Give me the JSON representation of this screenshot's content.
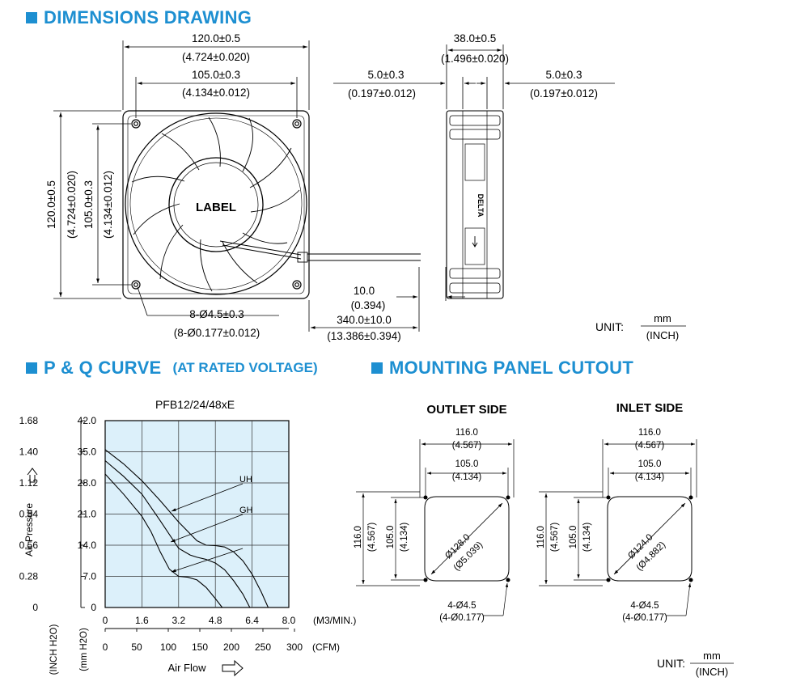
{
  "sections": {
    "dimensions": "DIMENSIONS DRAWING",
    "pq": "P & Q CURVE",
    "pq_sub": "(AT RATED VOLTAGE)",
    "mounting": "MOUNTING PANEL CUTOUT"
  },
  "dims": {
    "w_outer_mm": "120.0±0.5",
    "w_outer_in": "(4.724±0.020)",
    "w_hole_mm": "105.0±0.3",
    "w_hole_in": "(4.134±0.012)",
    "h_outer_mm": "120.0±0.5",
    "h_outer_in": "(4.724±0.020)",
    "h_hole_mm": "105.0±0.3",
    "h_hole_in": "(4.134±0.012)",
    "depth_mm": "38.0±0.5",
    "depth_in": "(1.496±0.020)",
    "flange_l_mm": "5.0±0.3",
    "flange_l_in": "(0.197±0.012)",
    "flange_r_mm": "5.0±0.3",
    "flange_r_in": "(0.197±0.012)",
    "label": "LABEL",
    "hole_mm": "8-Ø4.5±0.3",
    "hole_in": "(8-Ø0.177±0.012)",
    "strip_mm": "10.0",
    "strip_in": "(0.394)",
    "wire_mm": "340.0±10.0",
    "wire_in": "(13.386±0.394)",
    "brand": "DELTA",
    "unit_label": "UNIT:",
    "unit_mm": "mm",
    "unit_in": "(INCH)"
  },
  "mount": {
    "outlet": {
      "title": "OUTLET SIDE",
      "w_outer_mm": "116.0",
      "w_outer_in": "(4.567)",
      "w_inner_mm": "105.0",
      "w_inner_in": "(4.134)",
      "h_outer_mm": "116.0",
      "h_outer_in": "(4.567)",
      "h_inner_mm": "105.0",
      "h_inner_in": "(4.134)",
      "dia_mm": "Ø128.0",
      "dia_in": "(Ø5.039)",
      "holes_mm": "4-Ø4.5",
      "holes_in": "(4-Ø0.177)"
    },
    "inlet": {
      "title": "INLET SIDE",
      "w_outer_mm": "116.0",
      "w_outer_in": "(4.567)",
      "w_inner_mm": "105.0",
      "w_inner_in": "(4.134)",
      "h_outer_mm": "116.0",
      "h_outer_in": "(4.567)",
      "h_inner_mm": "105.0",
      "h_inner_in": "(4.134)",
      "dia_mm": "Ø124.0",
      "dia_in": "(Ø4.882)",
      "holes_mm": "4-Ø4.5",
      "holes_in": "(4-Ø0.177)"
    },
    "unit_label": "UNIT:",
    "unit_mm": "mm",
    "unit_in": "(INCH)"
  },
  "chart_data": {
    "type": "line",
    "title": "PFB12/24/48xE",
    "ylabel": "Air Pressure",
    "xlabel": "Air Flow",
    "y_unit_left": "(INCH H2O)",
    "y_unit_right": "(mm H2O)",
    "x_unit_top": "(M3/MIN.)",
    "x_unit_bottom": "(CFM)",
    "ylim": [
      0,
      42
    ],
    "xlim": [
      0,
      8
    ],
    "grid": true,
    "y_ticks_mm": [
      "0",
      "7.0",
      "14.0",
      "21.0",
      "28.0",
      "35.0",
      "42.0"
    ],
    "y_ticks_inch": [
      "0",
      "0.28",
      "0.56",
      "0.84",
      "1.12",
      "1.40",
      "1.68"
    ],
    "x_ticks_m3": [
      "0",
      "1.6",
      "3.2",
      "4.8",
      "6.4",
      "8.0"
    ],
    "x_ticks_cfm": [
      "0",
      "50",
      "100",
      "150",
      "200",
      "250",
      "300"
    ],
    "series": [
      {
        "name": "UH",
        "x": [
          0,
          0.8,
          1.6,
          2.4,
          3.2,
          4.0,
          4.4,
          4.8,
          5.2,
          5.6,
          6.0,
          6.4,
          6.8,
          7.1
        ],
        "y": [
          35.5,
          32.3,
          28.5,
          24.0,
          19.2,
          15.0,
          14.0,
          13.9,
          13.6,
          12.5,
          10.5,
          7.5,
          3.5,
          0
        ]
      },
      {
        "name": "GH",
        "x": [
          0,
          0.8,
          1.6,
          2.4,
          3.2,
          3.7,
          4.0,
          4.4,
          4.8,
          5.2,
          5.6,
          6.0,
          6.3
        ],
        "y": [
          33.0,
          29.5,
          25.5,
          19.5,
          13.3,
          11.8,
          11.3,
          10.8,
          10.0,
          8.5,
          6.0,
          3.0,
          0
        ]
      },
      {
        "name": "",
        "x": [
          0,
          0.8,
          1.6,
          2.0,
          2.4,
          2.8,
          3.2,
          3.6,
          4.0,
          4.4,
          4.8,
          5.1
        ],
        "y": [
          30.0,
          25.5,
          20.5,
          17.0,
          12.5,
          8.6,
          7.0,
          6.8,
          6.2,
          4.5,
          2.0,
          0
        ]
      }
    ]
  }
}
